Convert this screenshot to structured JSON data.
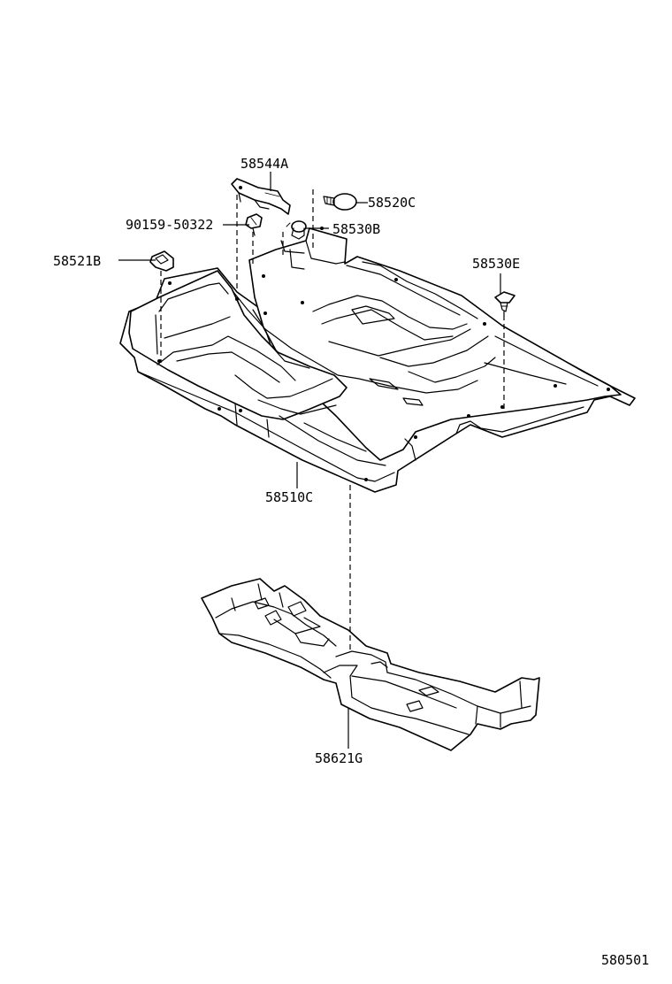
{
  "diagram": {
    "labels": {
      "clip_58544a": "58544A",
      "clip_58520c": "58520C",
      "bolt_90159": "90159-50322",
      "clip_58530b": "58530B",
      "clip_58521b": "58521B",
      "clip_58530e": "58530E",
      "carpet_58510c": "58510C",
      "carpet_58621g": "58621G"
    },
    "figure_number": "580501"
  }
}
